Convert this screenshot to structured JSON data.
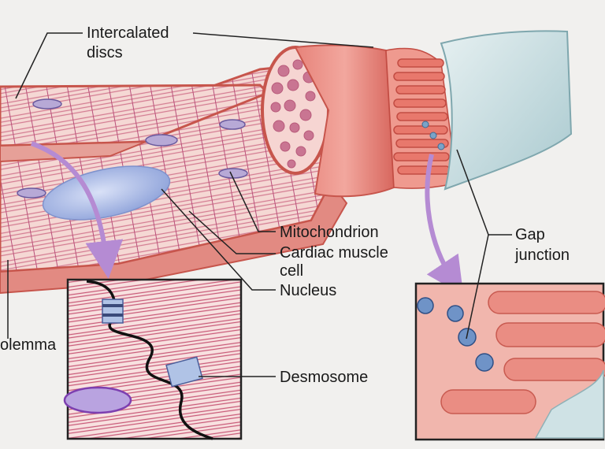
{
  "labels": {
    "intercalated_discs_line1": "Intercalated",
    "intercalated_discs_line2": "discs",
    "mitochondrion": "Mitochondrion",
    "cardiac_muscle_cell_line1": "Cardiac muscle",
    "cardiac_muscle_cell_line2": "cell",
    "nucleus": "Nucleus",
    "gap_junction_line1": "Gap",
    "gap_junction_line2": "junction",
    "sarcolemma_partial": "olemma",
    "desmosome": "Desmosome"
  },
  "colors": {
    "muscle_light": "#f3c7c3",
    "muscle_mid": "#e49088",
    "muscle_dark": "#c7554c",
    "striation": "#c85a78",
    "nucleus": "#a9b9e6",
    "arrow": "#b58bd3",
    "sheath": "#c9dfe2",
    "leader": "#222222"
  }
}
